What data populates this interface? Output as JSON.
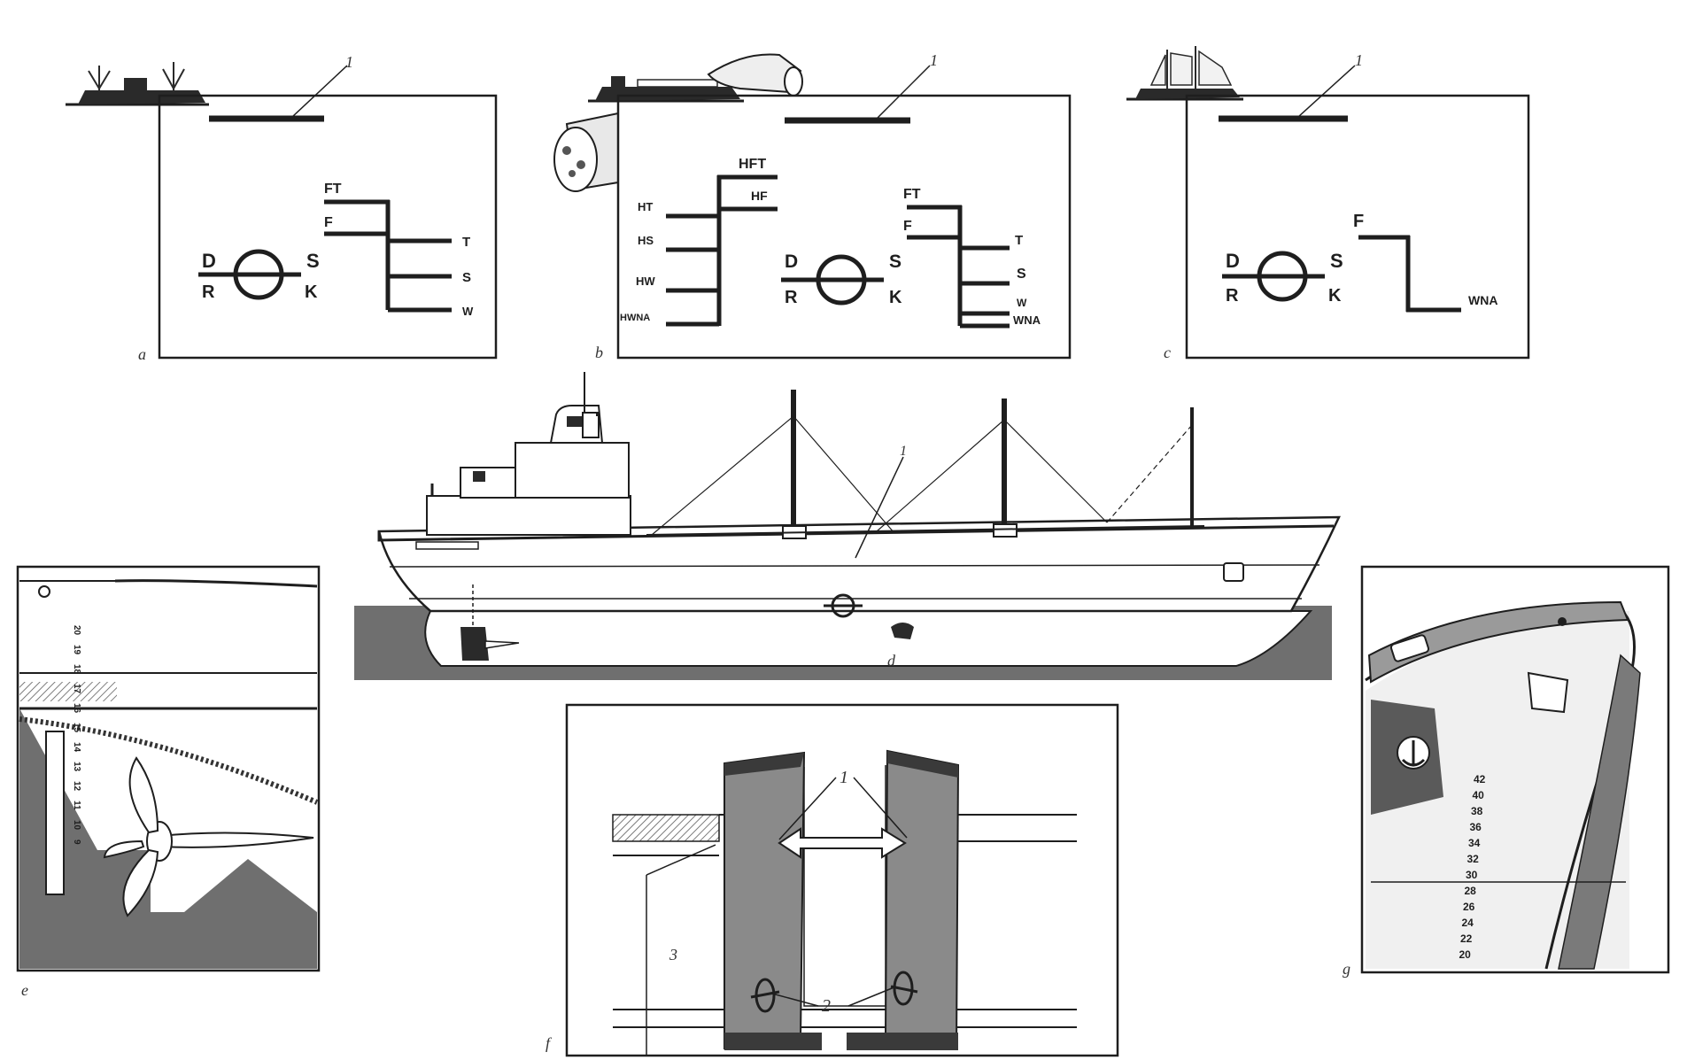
{
  "panels": {
    "a": {
      "caption": "a",
      "callout": "1",
      "plimsoll": {
        "left_top": "D",
        "left_bottom": "R",
        "right_top": "S",
        "right_bottom": "K"
      },
      "line_labels_left": [
        "FT",
        "F"
      ],
      "line_labels_right": [
        "T",
        "S",
        "W"
      ]
    },
    "b": {
      "caption": "b",
      "callout": "1",
      "inland_labels_left": [
        "HT",
        "HS",
        "HW",
        "HWNA"
      ],
      "inland_labels_right": [
        "HFT",
        "HF"
      ],
      "plimsoll": {
        "left_top": "D",
        "left_bottom": "R",
        "right_top": "S",
        "right_bottom": "K"
      },
      "line_labels_left": [
        "FT",
        "F"
      ],
      "line_labels_right": [
        "T",
        "S",
        "W",
        "WNA"
      ]
    },
    "c": {
      "caption": "c",
      "callout": "1",
      "plimsoll": {
        "left_top": "D",
        "left_bottom": "R",
        "right_top": "S",
        "right_bottom": "K"
      },
      "line_labels": [
        "F",
        "WNA"
      ]
    },
    "d": {
      "caption": "d",
      "callout": "1"
    },
    "e": {
      "caption": "e",
      "draft_marks": [
        "20",
        "19",
        "18",
        "17",
        "16",
        "15",
        "14",
        "13",
        "12",
        "11",
        "10",
        "9"
      ]
    },
    "f": {
      "caption": "f",
      "callouts": [
        "1",
        "2",
        "3"
      ]
    },
    "g": {
      "caption": "g",
      "draft_marks": [
        "42",
        "40",
        "38",
        "36",
        "34",
        "32",
        "30",
        "28",
        "26",
        "24",
        "22",
        "20"
      ]
    }
  },
  "colors": {
    "ink": "#1e1e1e",
    "water": "#6f6f6f",
    "paper": "#ffffff"
  }
}
